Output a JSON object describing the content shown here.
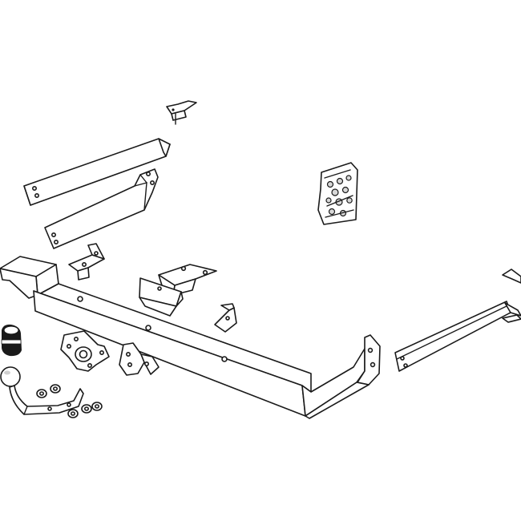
{
  "diagram": {
    "parts": [
      {
        "id": "main-crossbar",
        "shape": "long hollow crossbar with cranked right end"
      },
      {
        "id": "side-bracket-upper-left",
        "shape": "flat drilled strap"
      },
      {
        "id": "side-bracket-lower-left",
        "shape": "cranked drilled strap"
      },
      {
        "id": "side-bracket-right",
        "shape": "flat drilled strap with end tab"
      },
      {
        "id": "small-tab-bracket",
        "shape": "small angle tab"
      },
      {
        "id": "angle-brackets",
        "shape": "angle brackets"
      },
      {
        "id": "fixings-bag",
        "shape": "bag of nuts and bolts"
      },
      {
        "id": "tow-ball-neck",
        "shape": "tow ball with neck"
      },
      {
        "id": "ball-cover",
        "shape": "rubber tow ball cover"
      },
      {
        "id": "socket-plate",
        "shape": "electrical socket mounting plate"
      },
      {
        "id": "washers-nuts",
        "shape": "washers and nuts"
      }
    ]
  }
}
